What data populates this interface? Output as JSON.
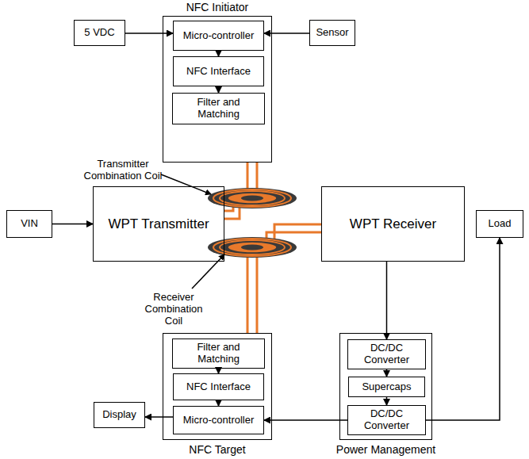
{
  "diagram": {
    "nodes": [
      {
        "text": [
          "NFC Initiator"
        ]
      },
      {
        "text": [
          "Micro-controller"
        ],
        "in": 0
      },
      {
        "text": [
          "NFC Interface"
        ],
        "in": 0
      },
      {
        "text": [
          "Filter and Matching"
        ],
        "in": 0
      },
      {
        "text": [
          "5 VDC"
        ]
      },
      {
        "text": [
          "Sensor"
        ]
      },
      {
        "text": [
          "VIN"
        ]
      },
      {
        "text": [
          "WPT Transmitter"
        ]
      },
      {
        "text": [
          "WPT Receiver"
        ]
      },
      {
        "text": [
          "Load"
        ]
      },
      {
        "text": [
          "NFC Target"
        ]
      },
      {
        "text": [
          "Filter and Matching"
        ],
        "in": 10
      },
      {
        "text": [
          "NFC Interface"
        ],
        "in": 10
      },
      {
        "text": [
          "Micro-controller"
        ],
        "in": 10
      },
      {
        "text": [
          "Power Management"
        ]
      },
      {
        "text": [
          "DC/DC Converter"
        ],
        "in": 14
      },
      {
        "text": [
          "Supercaps"
        ],
        "in": 14
      },
      {
        "text": [
          "DC/DC Converter"
        ],
        "in": 14
      },
      {
        "text": [
          "Display"
        ]
      }
    ],
    "edges": [
      {
        "from": 4,
        "to": 1,
        "arrow": "to"
      },
      {
        "from": 5,
        "to": 1,
        "arrow": "to"
      },
      {
        "from": 1,
        "to": 2,
        "arrow": "to"
      },
      {
        "from": 2,
        "to": 3,
        "arrow": "to"
      },
      {
        "from": 6,
        "to": 7,
        "arrow": "to"
      },
      {
        "from": 8,
        "to": 15,
        "arrow": "to"
      },
      {
        "from": 15,
        "to": 16,
        "arrow": "to"
      },
      {
        "from": 16,
        "to": 17,
        "arrow": "to"
      },
      {
        "from": 11,
        "to": 12,
        "arrow": "to"
      },
      {
        "from": 12,
        "to": 13,
        "arrow": "to"
      },
      {
        "from": 13,
        "to": 18,
        "arrow": "to"
      },
      {
        "from": 17,
        "to": 13,
        "arrow": "to"
      },
      {
        "from": 17,
        "to": 9,
        "arrow": "to"
      }
    ],
    "labels": [
      "Transmitter Combination Coil",
      "Receiver Combination Coil"
    ]
  }
}
